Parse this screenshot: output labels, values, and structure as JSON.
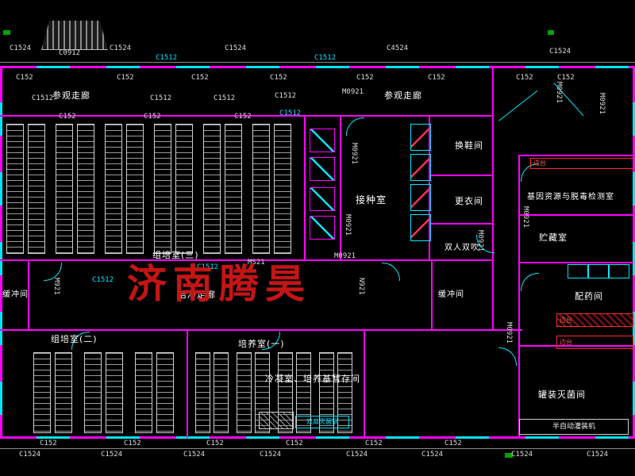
{
  "codes": {
    "c1524": "C1524",
    "c1512": "C1512",
    "c152": "C152",
    "c4524": "C4524",
    "c0912": "C0912",
    "m0921": "M0921",
    "m921": "M921",
    "ms21": "MS21",
    "n921": "N921"
  },
  "rooms": {
    "visitor_corridor": "参观走廊",
    "shoe_room": "换鞋间",
    "inoculation_room": "接种室",
    "dressing_room": "更衣间",
    "air_shower": "双人双吹",
    "gene_lab": "基因资源与脱毒检测室",
    "storage_room": "贮藏室",
    "dispensing_room": "配药间",
    "buffer_room": "缓冲间",
    "tissue_room_3": "组培室(三)",
    "tissue_room_2": "组培室(二)",
    "culture_room_1": "培养室(一)",
    "clean_corridor": "洁净走廊",
    "condensate_room": "冷凝室、培养基暂存间",
    "canning_room": "罐装灭菌间",
    "filling_machine": "半自动灌装机",
    "sterilizer": "双扉灭菌锅",
    "bench": "边台"
  },
  "watermark": "济南腾昊",
  "colors": {
    "wall": "#ff00ff",
    "window": "#00e5ff",
    "label": "#dcdcdc",
    "watermark_red": "#c41515",
    "bench_red": "#ff2a2a",
    "green": "#00a400"
  }
}
